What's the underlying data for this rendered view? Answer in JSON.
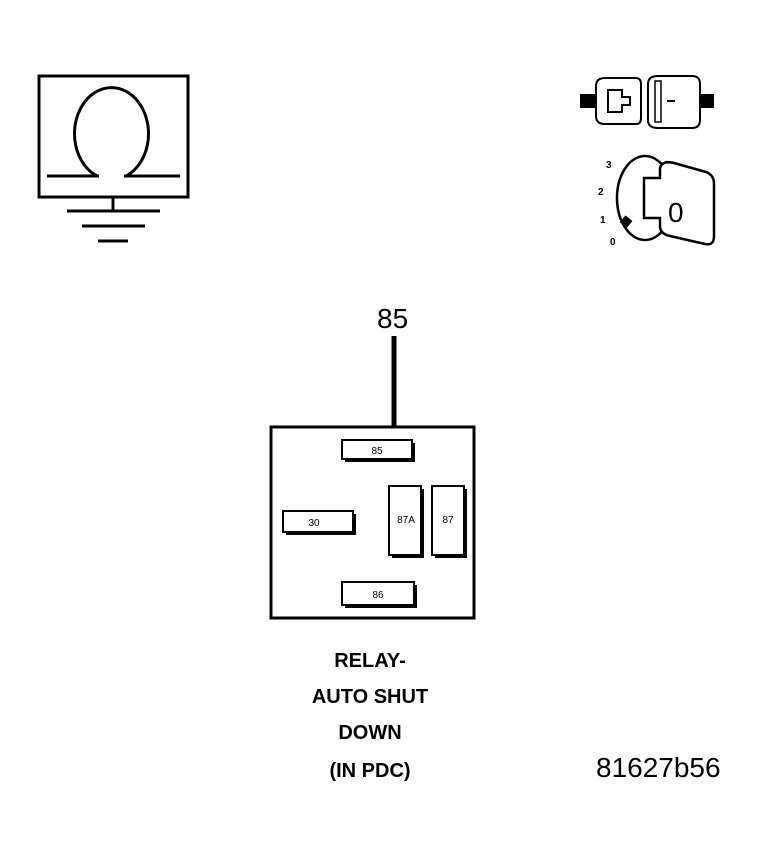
{
  "ohmmeter": {
    "symbol": "Ω"
  },
  "ignition": {
    "positions": [
      "3",
      "2",
      "1",
      "0"
    ],
    "key_label": "0"
  },
  "test_pin": "85",
  "relay": {
    "pins": {
      "p85": "85",
      "p30": "30",
      "p87a": "87A",
      "p87": "87",
      "p86": "86"
    }
  },
  "caption": {
    "line1": "RELAY-",
    "line2": "AUTO SHUT",
    "line3": "DOWN",
    "line4": "(IN PDC)"
  },
  "figure_id": "81627b56"
}
